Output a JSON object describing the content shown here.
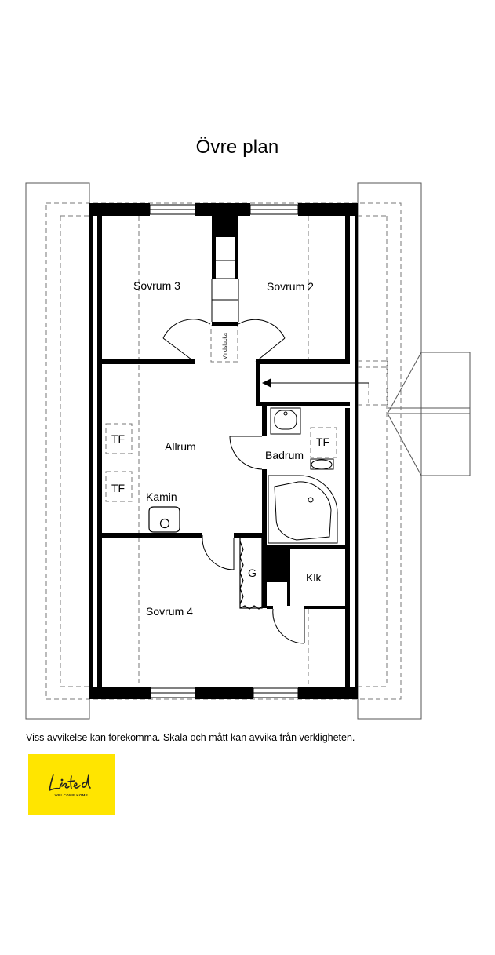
{
  "plan": {
    "title": "Övre plan",
    "rooms": {
      "sovrum3": "Sovrum 3",
      "sovrum2": "Sovrum 2",
      "allrum": "Allrum",
      "badrum": "Badrum",
      "kamin": "Kamin",
      "sovrum4": "Sovrum 4",
      "klk": "Klk",
      "g": "G",
      "tf1": "TF",
      "tf2": "TF",
      "tf3": "TF",
      "vindslucka": "Vindslucka"
    }
  },
  "disclaimer": "Viss avvikelse kan förekomma. Skala och mått kan avvika från verkligheten.",
  "logo": {
    "wordmark": "Listed",
    "tagline": "WELCOME HOME",
    "color": "#ffe500"
  }
}
